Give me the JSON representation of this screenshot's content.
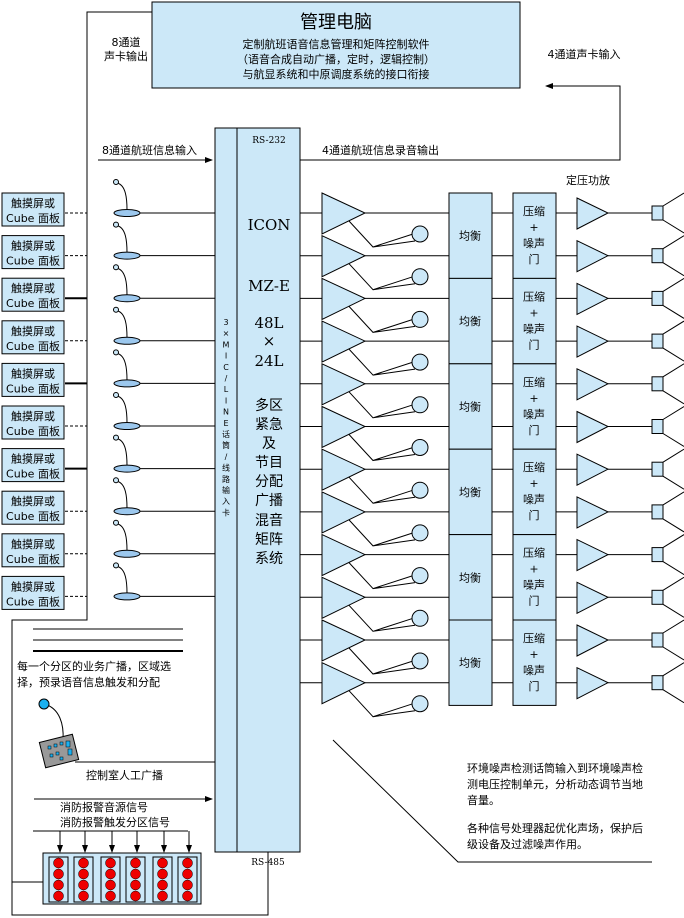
{
  "colors": {
    "box_fill": "#cce8f8",
    "line": "#000000",
    "alarm_light": "#ee0000",
    "mic_head": "#1ab0f0"
  },
  "computer": {
    "title": "管理电脑",
    "lines": [
      "定制航班语音信息管理和矩阵控制软件",
      "（语音合成自动广播，定时，逻辑控制）",
      "与航显系统和中原调度系统的接口衔接"
    ]
  },
  "labels": {
    "sound_card_out": [
      "8通道",
      "声卡输出"
    ],
    "sound_card_in": "4通道声卡输入",
    "flight_info_in": "8通道航班信息输入",
    "flight_record_out": "4通道航班信息录音输出",
    "rs232": "RS-232",
    "rs485": "RS-485",
    "power_amp": "定压功放"
  },
  "matrix": {
    "input_card": "3×MIC/LINE 话筒/线路输入卡",
    "lines": [
      "ICON",
      "MZ-E",
      "48L",
      "×",
      "24L",
      "多区",
      "紧急",
      "及",
      "节目",
      "分配",
      "广播",
      "混音",
      "矩阵",
      "系统"
    ]
  },
  "panels": {
    "line1": "触摸屏或",
    "line2": "Cube 面板",
    "count": 10
  },
  "processing": {
    "eq": "均衡",
    "comp": [
      "压缩",
      "+",
      "噪声",
      "门"
    ],
    "groups": 6,
    "channels": 12
  },
  "notes": {
    "zone": [
      "每一个分区的业务广播，区域选",
      "择，预录语音信息触发和分配"
    ],
    "control_room": "控制室人工广播",
    "fire_source": "消防报警音源信号",
    "fire_trigger": "消防报警触发分区信号",
    "ambient": [
      "环境噪声检测话筒输入到环境噪声检",
      "测电压控制单元，分析动态调节当地",
      "音量。"
    ],
    "processors": [
      "各种信号处理器起优化声场，保护后",
      "级设备及过滤噪声作用。"
    ]
  }
}
